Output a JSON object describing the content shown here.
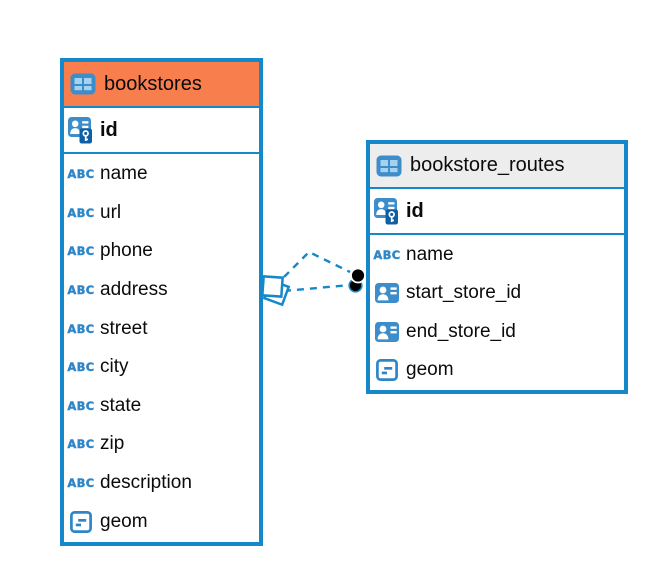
{
  "palette": {
    "blue": "#1488C9",
    "orange": "#F87E4D",
    "gray_header": "#EDEDED",
    "icon_blue": "#2E86C8",
    "icon_fill": "#3E8DCB",
    "icon_cell": "#A5D2EF",
    "key_dark": "#0E5FA4",
    "text": "#0B0B0B",
    "background": "#FFFFFF"
  },
  "icons": {
    "text_type_glyph": "ABC"
  },
  "diagram": {
    "tables": [
      {
        "title": "bookstores",
        "header_color": "#F87E4D",
        "columns": [
          {
            "name": "id",
            "icon": "primary-key"
          },
          {
            "name": "name",
            "icon": "text"
          },
          {
            "name": "url",
            "icon": "text"
          },
          {
            "name": "phone",
            "icon": "text"
          },
          {
            "name": "address",
            "icon": "text"
          },
          {
            "name": "street",
            "icon": "text"
          },
          {
            "name": "city",
            "icon": "text"
          },
          {
            "name": "state",
            "icon": "text"
          },
          {
            "name": "zip",
            "icon": "text"
          },
          {
            "name": "description",
            "icon": "text"
          },
          {
            "name": "geom",
            "icon": "geometry"
          }
        ]
      },
      {
        "title": "bookstore_routes",
        "header_color": "#EDEDED",
        "columns": [
          {
            "name": "id",
            "icon": "primary-key"
          },
          {
            "name": "name",
            "icon": "text"
          },
          {
            "name": "start_store_id",
            "icon": "reference"
          },
          {
            "name": "end_store_id",
            "icon": "reference"
          },
          {
            "name": "geom",
            "icon": "geometry"
          }
        ]
      }
    ],
    "relationship": {
      "type": "foreign key",
      "from_table": "bookstores",
      "to_table": "bookstore_routes",
      "line_style": "dashed",
      "line_count": 2
    }
  }
}
